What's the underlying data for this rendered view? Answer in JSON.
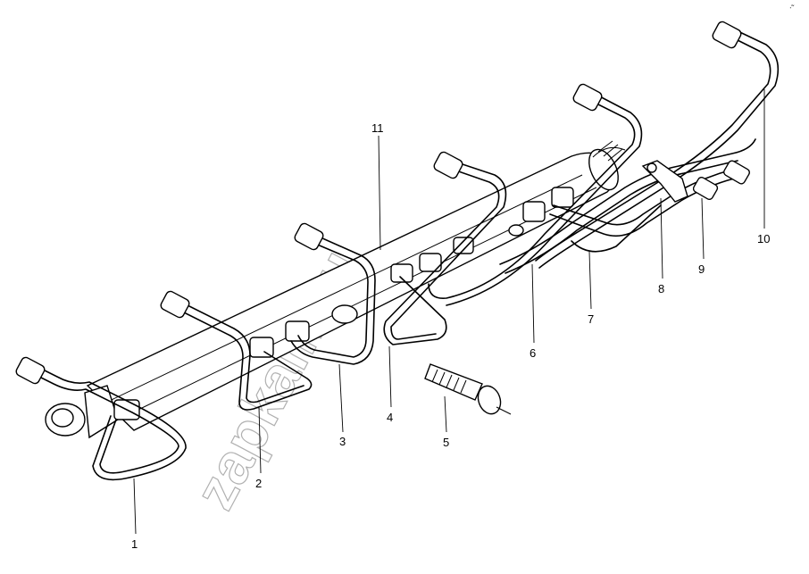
{
  "diagram": {
    "watermark": "zapkam.ru",
    "corner_mark": "ᐧ˜",
    "callouts": [
      {
        "id": "1",
        "label": "1"
      },
      {
        "id": "2",
        "label": "2"
      },
      {
        "id": "3",
        "label": "3"
      },
      {
        "id": "4",
        "label": "4"
      },
      {
        "id": "5",
        "label": "5"
      },
      {
        "id": "6",
        "label": "6"
      },
      {
        "id": "7",
        "label": "7"
      },
      {
        "id": "8",
        "label": "8"
      },
      {
        "id": "9",
        "label": "9"
      },
      {
        "id": "10",
        "label": "10"
      },
      {
        "id": "11",
        "label": "11"
      }
    ]
  }
}
